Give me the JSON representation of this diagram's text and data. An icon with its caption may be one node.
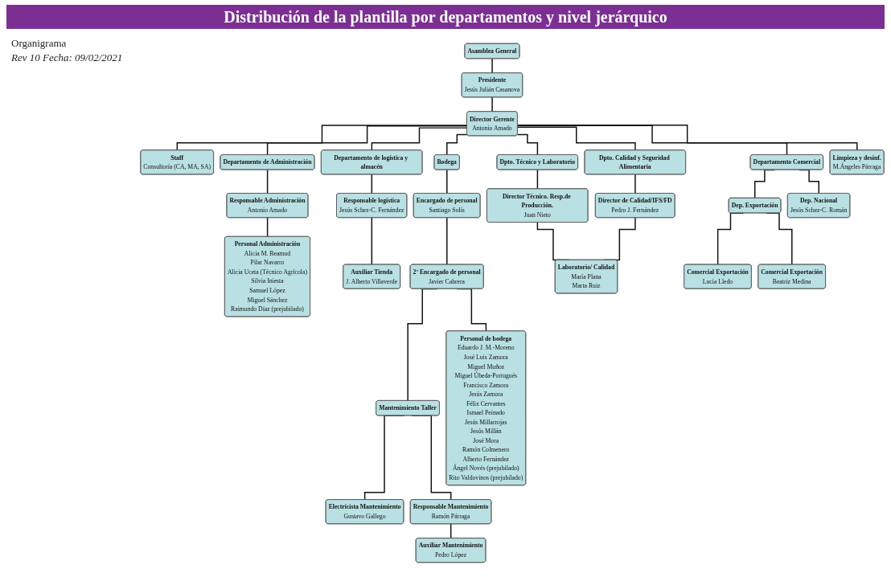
{
  "diagram": {
    "title": "Distribución de la plantilla por departamentos y nivel jerárquico",
    "nodes": [
      {
        "text": [
          "Asamblea General"
        ]
      },
      {
        "text": [
          "Presidente",
          "Jesús Julián Casanova"
        ]
      },
      {
        "text": [
          "Director Gerente",
          "Antonio Amado"
        ]
      },
      {
        "text": [
          "Staff",
          "Consultoría (CA, MA, SA)"
        ]
      },
      {
        "text": [
          "Departamento de Administración"
        ]
      },
      {
        "text": [
          "Departamento de logística y almacén"
        ]
      },
      {
        "text": [
          "Bodega"
        ]
      },
      {
        "text": [
          "Dpto. Técnico y Laboratorio"
        ]
      },
      {
        "text": [
          "Dpto. Calidad y Seguridad Alimentaria"
        ]
      },
      {
        "text": [
          "Departamento Comercial"
        ]
      },
      {
        "text": [
          "Limpieza y desinf.",
          "M.Ángeles Párraga"
        ]
      },
      {
        "text": [
          "Responsable Administración",
          "Antonio Amado"
        ]
      },
      {
        "text": [
          "Personal Administración",
          "Alicia M. Beamud",
          "Pilar Navarro",
          "Alicia Uceta (Técnico Agrícola)",
          "Silvia Iniesta",
          "Samuel López",
          "Miguel Sánchez",
          "Raimundo Díaz (prejubilado)"
        ]
      },
      {
        "text": [
          "Responsable logística",
          "Jesús Schez-C. Fernández"
        ]
      },
      {
        "text": [
          "Auxiliar Tienda",
          "J. Alberto Villaverde"
        ]
      },
      {
        "text": [
          "Encargado de personal",
          "Santiago Solís"
        ]
      },
      {
        "text": [
          "2º Encargado de personal",
          "Javier Cabrera"
        ]
      },
      {
        "text": [
          "Mantenimiento Taller"
        ]
      },
      {
        "text": [
          "Personal de bodega",
          "Eduardo J. M.-Moreno",
          "José Luis Zamora",
          "Miguel Muñoz",
          "Miguel Úbeda-Portugués",
          "Francisco Zamora",
          "Jesús Zamora",
          "Félix Cervantes",
          "Ismael Peinado",
          "Jesús Millarrojas",
          "Jesús Millán",
          "José Mora",
          "Ramón Colmenero",
          "Alberto Fernández",
          "Ángel Novés (prejubilado)",
          "Rito Valdovinos (prejubilado)"
        ]
      },
      {
        "text": [
          "Electricista Mantenimiento",
          "Gustavo Gallego"
        ]
      },
      {
        "text": [
          "Responsable Mantenimiento",
          "Ramón Párraga"
        ]
      },
      {
        "text": [
          "Auxiliar Mantenimiento",
          "Pedro López"
        ]
      },
      {
        "text": [
          "Director Técnico. Resp.de Producción.",
          "Juan Nieto"
        ]
      },
      {
        "text": [
          "Director de Calidad/IFS/FD",
          "Pedro J. Fernández"
        ]
      },
      {
        "text": [
          "Laboratorio/ Calidad",
          "María Plana",
          "Marta Ruiz"
        ]
      },
      {
        "text": [
          "Dep. Exportación"
        ]
      },
      {
        "text": [
          "Dep. Nacional",
          "Jesús Schez-C. Román"
        ]
      },
      {
        "text": [
          "Comercial Exportación",
          "Lucía Lledo"
        ]
      },
      {
        "text": [
          "Comercial Exportación",
          "Beatriz Medina"
        ]
      }
    ],
    "edges": [
      {
        "from": 0,
        "to": 1,
        "arrow": "none"
      },
      {
        "from": 1,
        "to": 2,
        "arrow": "none"
      },
      {
        "from": 2,
        "to": 3,
        "arrow": "none"
      },
      {
        "from": 2,
        "to": 4,
        "arrow": "none"
      },
      {
        "from": 2,
        "to": 5,
        "arrow": "none"
      },
      {
        "from": 2,
        "to": 6,
        "arrow": "none"
      },
      {
        "from": 2,
        "to": 7,
        "arrow": "none"
      },
      {
        "from": 2,
        "to": 8,
        "arrow": "none"
      },
      {
        "from": 2,
        "to": 9,
        "arrow": "none"
      },
      {
        "from": 2,
        "to": 10,
        "arrow": "none"
      },
      {
        "from": 4,
        "to": 11,
        "arrow": "none"
      },
      {
        "from": 11,
        "to": 12,
        "arrow": "none"
      },
      {
        "from": 5,
        "to": 13,
        "arrow": "none"
      },
      {
        "from": 13,
        "to": 14,
        "arrow": "none"
      },
      {
        "from": 6,
        "to": 15,
        "arrow": "none"
      },
      {
        "from": 15,
        "to": 16,
        "arrow": "none"
      },
      {
        "from": 16,
        "to": 17,
        "arrow": "none"
      },
      {
        "from": 16,
        "to": 18,
        "arrow": "none"
      },
      {
        "from": 17,
        "to": 19,
        "arrow": "none"
      },
      {
        "from": 17,
        "to": 20,
        "arrow": "none"
      },
      {
        "from": 20,
        "to": 21,
        "arrow": "none"
      },
      {
        "from": 7,
        "to": 22,
        "arrow": "none"
      },
      {
        "from": 8,
        "to": 23,
        "arrow": "none"
      },
      {
        "from": 22,
        "to": 24,
        "arrow": "none"
      },
      {
        "from": 23,
        "to": 24,
        "arrow": "none"
      },
      {
        "from": 9,
        "to": 25,
        "arrow": "none"
      },
      {
        "from": 9,
        "to": 26,
        "arrow": "none"
      },
      {
        "from": 25,
        "to": 27,
        "arrow": "none"
      },
      {
        "from": 25,
        "to": 28,
        "arrow": "none"
      }
    ],
    "labels": [
      "Organigrama",
      "Rev 10  Fecha: 09/02/2021"
    ]
  }
}
